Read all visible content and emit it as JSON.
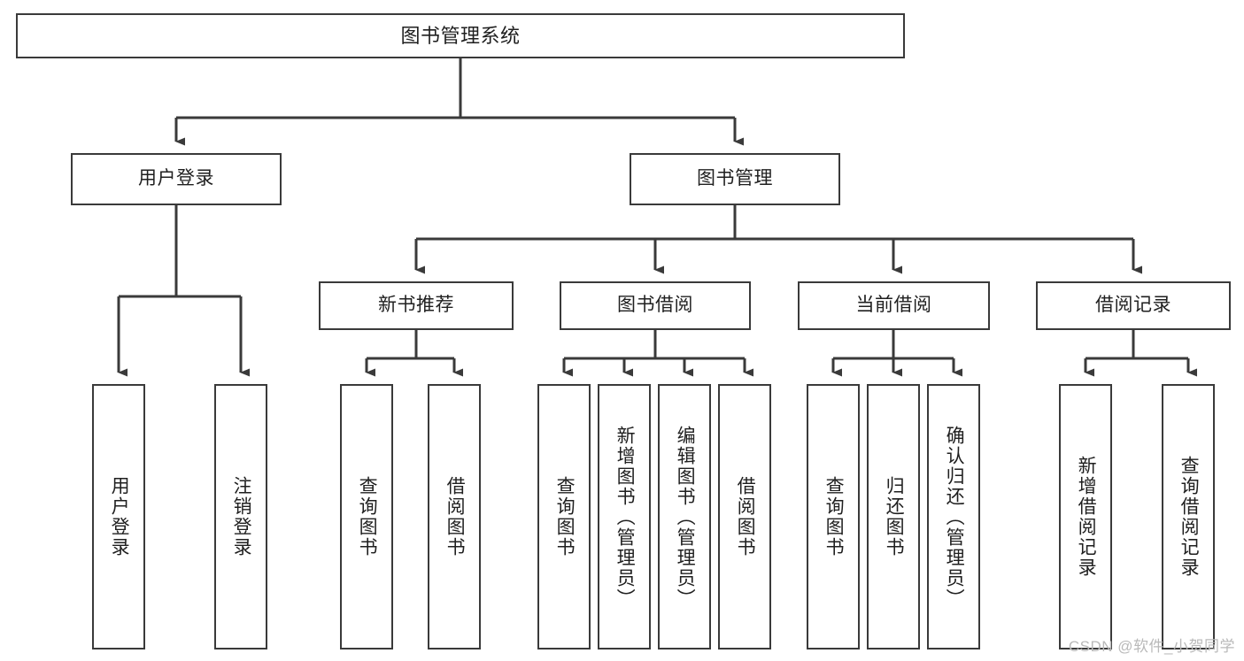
{
  "diagram": {
    "title": "图书管理系统",
    "watermark": "CSDN @软件_小贺同学",
    "line_color": "#3a3a3a",
    "box_border_color": "#3a3a3a",
    "box_fill": "#ffffff",
    "text_color": "#1f1f1f",
    "watermark_color": "#b9b9b9"
  },
  "nodes": {
    "root": {
      "label": "图书管理系统"
    },
    "level2": [
      {
        "label": "用户登录"
      },
      {
        "label": "图书管理"
      }
    ],
    "level3": [
      {
        "label": "新书推荐"
      },
      {
        "label": "图书借阅"
      },
      {
        "label": "当前借阅"
      },
      {
        "label": "借阅记录"
      }
    ],
    "leaves": {
      "user_login": [
        {
          "label": "用户登录"
        },
        {
          "label": "注销登录"
        }
      ],
      "new_book": [
        {
          "label": "查询图书"
        },
        {
          "label": "借阅图书"
        }
      ],
      "borrow_book": [
        {
          "label": "查询图书"
        },
        {
          "label": "新增图书（管理员）"
        },
        {
          "label": "编辑图书（管理员）"
        },
        {
          "label": "借阅图书"
        }
      ],
      "current_borrow": [
        {
          "label": "查询图书"
        },
        {
          "label": "归还图书"
        },
        {
          "label": "确认归还（管理员）"
        }
      ],
      "borrow_record": [
        {
          "label": "新增借阅记录"
        },
        {
          "label": "查询借阅记录"
        }
      ]
    }
  }
}
